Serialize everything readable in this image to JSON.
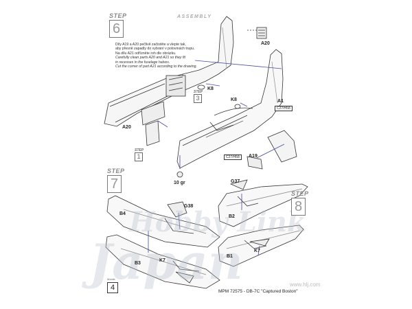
{
  "header": {
    "assembly_title": "ASSEMBLY"
  },
  "steps": [
    {
      "word": "STEP",
      "number": "6"
    },
    {
      "word": "STEP",
      "number": "7"
    },
    {
      "word": "STEP",
      "number": "8"
    }
  ],
  "mini_steps": [
    {
      "word": "STEP",
      "number": "3"
    },
    {
      "word": "STEP",
      "number": "1"
    }
  ],
  "instructions": {
    "czech": [
      "Díly A19 a A20 pečlivě začistěte a vlepte tak,",
      "aby přesně zapadly do vybrání v polovinách trupu.",
      "Na dílu A21 odřízněte roh dle obrázku."
    ],
    "english": [
      "Carefully clean parts A20 and A21 so they fit",
      "in recesses in the fuselage halves.",
      "Cut the corner of part A21 according to the drawing."
    ]
  },
  "part_labels": {
    "a20_top": "A20",
    "k8_a": "K8",
    "k8_b": "K8",
    "a1": "A1",
    "a20_left": "A20",
    "a19": "A19",
    "weight": "10 gr",
    "g37": "G37",
    "g38": "G38",
    "b4": "B4",
    "b2": "B2",
    "b3": "B3",
    "b1": "B1",
    "k7_left": "K7",
    "k7_right": "K7"
  },
  "paint_codes": {
    "c27h58_a": "C27/H58",
    "c27h58_b": "C27/H58"
  },
  "footer": {
    "page_word": "Mobile",
    "page_number": "4",
    "kit_caption": "MPM 72575 - DB-7C \"Captured Boston\""
  },
  "watermark": {
    "line1": "Hobby Link",
    "line2": "Japan",
    "url": "www.hlj.com"
  }
}
